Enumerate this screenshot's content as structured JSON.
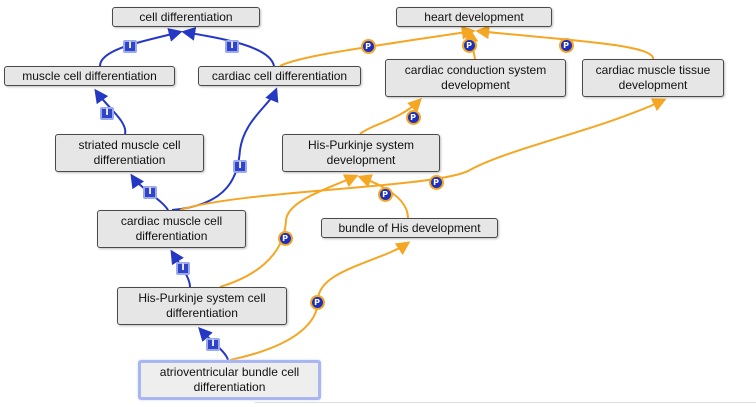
{
  "colors": {
    "is_a_edge": "#2438c4",
    "part_of_edge": "#f5a623",
    "node_fill": "#e6e6e6",
    "node_border": "#4a4a4a",
    "selected_border": "#aab6f2"
  },
  "badges": {
    "is_a": "I",
    "part_of": "P"
  },
  "nodes": {
    "cell_differentiation": "cell differentiation",
    "heart_development": "heart development",
    "muscle_cell_differentiation": "muscle cell differentiation",
    "cardiac_cell_differentiation": "cardiac cell differentiation",
    "cardiac_conduction_system_development": [
      "cardiac conduction system",
      "development"
    ],
    "cardiac_muscle_tissue_development": [
      "cardiac muscle tissue",
      "development"
    ],
    "striated_muscle_cell_differentiation": [
      "striated muscle cell",
      "differentiation"
    ],
    "his_purkinje_system_development": [
      "His-Purkinje system",
      "development"
    ],
    "cardiac_muscle_cell_differentiation": [
      "cardiac muscle cell",
      "differentiation"
    ],
    "bundle_of_his_development": "bundle of His development",
    "his_purkinje_system_cell_differentiation": [
      "His-Purkinje system cell",
      "differentiation"
    ],
    "atrioventricular_bundle_cell_differentiation": [
      "atrioventricular bundle cell",
      "differentiation"
    ]
  }
}
